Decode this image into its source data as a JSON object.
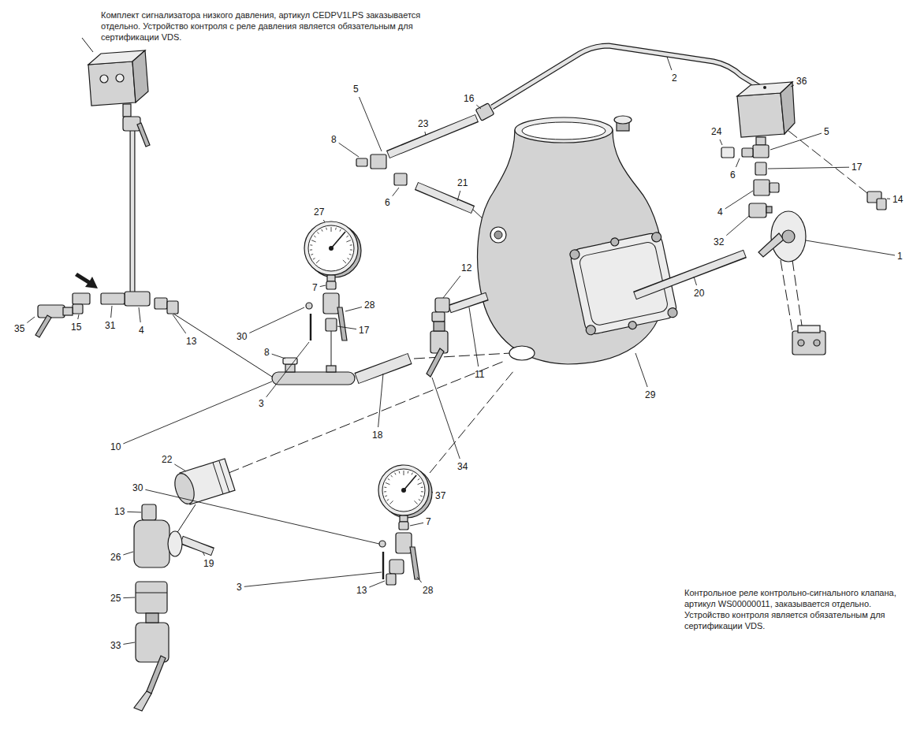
{
  "diagram": {
    "labels": [
      "Комплект сигнализатора низкого давления, артикул CEDPV1LPS заказывается отдельно. Устройство контроля с реле давления является обязательным для сертификации VDS.",
      "2",
      "36",
      "23",
      "16",
      "5",
      "8",
      "21",
      "6",
      "24",
      "5",
      "6",
      "17",
      "14",
      "4",
      "1",
      "27",
      "12",
      "32",
      "20",
      "7",
      "28",
      "35",
      "15",
      "31",
      "4",
      "13",
      "30",
      "17",
      "8",
      "3",
      "11",
      "10",
      "29",
      "18",
      "34",
      "22",
      "13",
      "30",
      "37",
      "7",
      "26",
      "19",
      "3",
      "28",
      "13",
      "25",
      "33",
      "Контрольное реле контрольно-сигнального клапана, артикул WS00000011, заказывается отдельно. Устройство контроля является обязательным для сертификации VDS."
    ]
  }
}
